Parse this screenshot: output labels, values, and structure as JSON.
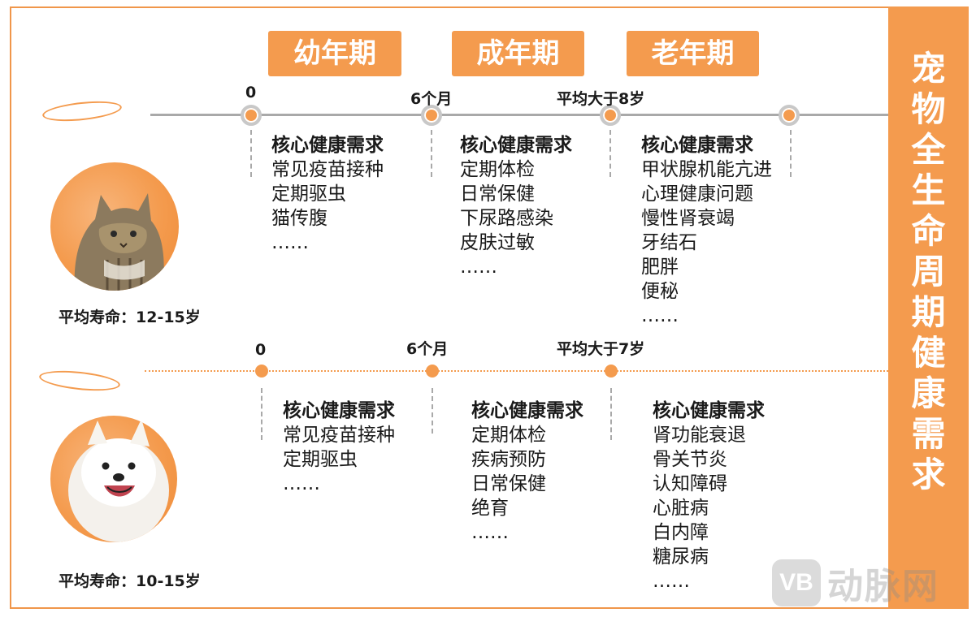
{
  "side_title": [
    "宠",
    "物",
    "全",
    "生",
    "命",
    "周",
    "期",
    "健",
    "康",
    "需",
    "求"
  ],
  "stages": [
    "幼年期",
    "成年期",
    "老年期"
  ],
  "cat": {
    "life": "平均寿命：12-15岁",
    "ticks": [
      "0",
      "6个月",
      "平均大于8岁"
    ],
    "blocks": [
      {
        "heading": "核心健康需求",
        "items": [
          "常见疫苗接种",
          "定期驱虫",
          "猫传腹",
          "……"
        ]
      },
      {
        "heading": "核心健康需求",
        "items": [
          "定期体检",
          "日常保健",
          "下尿路感染",
          "皮肤过敏",
          "……"
        ]
      },
      {
        "heading": "核心健康需求",
        "items": [
          "甲状腺机能亢进",
          "心理健康问题",
          "慢性肾衰竭",
          "牙结石",
          "肥胖",
          "便秘",
          "……"
        ]
      }
    ]
  },
  "dog": {
    "life": "平均寿命：10-15岁",
    "ticks": [
      "0",
      "6个月",
      "平均大于7岁"
    ],
    "blocks": [
      {
        "heading": "核心健康需求",
        "items": [
          "常见疫苗接种",
          "定期驱虫",
          "……"
        ]
      },
      {
        "heading": "核心健康需求",
        "items": [
          "定期体检",
          "疾病预防",
          "日常保健",
          "绝育",
          "……"
        ]
      },
      {
        "heading": "核心健康需求",
        "items": [
          "肾功能衰退",
          "骨关节炎",
          "认知障碍",
          "心脏病",
          "白内障",
          "糖尿病",
          "……"
        ]
      }
    ]
  },
  "watermark": {
    "logo": "VB",
    "text": "动脉网"
  },
  "colors": {
    "accent": "#f49b4e",
    "line": "#a9a9a9"
  }
}
